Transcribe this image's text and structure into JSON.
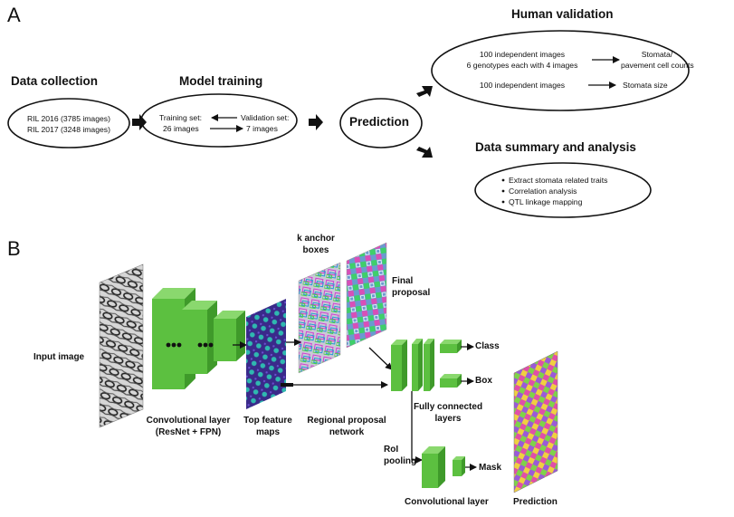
{
  "panel_a": {
    "label": "A",
    "data_collection": {
      "title": "Data collection",
      "line1": "RIL 2016 (3785 images)",
      "line2": "RIL 2017 (3248 images)"
    },
    "model_training": {
      "title": "Model training",
      "training_label": "Training set:",
      "training_count": "26 images",
      "validation_label": "Validation set:",
      "validation_count": "7 images"
    },
    "prediction": "Prediction",
    "human_validation": {
      "title": "Human validation",
      "row1_left_line1": "100 independent images",
      "row1_left_line2": "6 genotypes each with 4 images",
      "row1_right_line1": "Stomata/",
      "row1_right_line2": "pavement cell counts",
      "row2_left": "100 independent images",
      "row2_right": "Stomata size"
    },
    "data_summary": {
      "title": "Data summary and analysis",
      "items": [
        "Extract stomata related traits",
        "Correlation analysis",
        "QTL linkage mapping"
      ]
    }
  },
  "panel_b": {
    "label": "B",
    "input_image": "Input image",
    "conv_layer_line1": "Convolutional layer",
    "conv_layer_line2": "(ResNet + FPN)",
    "top_feature_line1": "Top feature",
    "top_feature_line2": "maps",
    "rpn_line1": "Regional proposal",
    "rpn_line2": "network",
    "anchor_line1": "k anchor",
    "anchor_line2": "boxes",
    "final_line1": "Final",
    "final_line2": "proposal",
    "fc_line1": "Fully connected",
    "fc_line2": "layers",
    "class": "Class",
    "box": "Box",
    "roi_line1": "RoI",
    "roi_line2": "pooling",
    "mask": "Mask",
    "conv_layer2": "Convolutional layer",
    "prediction": "Prediction"
  },
  "colors": {
    "green_front": "#5cc040",
    "green_side": "#3f9a2a",
    "green_top": "#8ad86e"
  }
}
